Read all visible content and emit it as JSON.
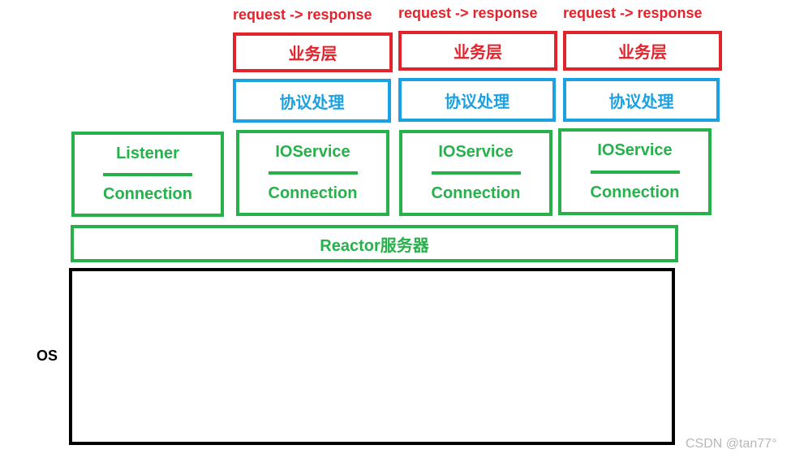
{
  "columns": [
    {
      "flow": "request -> response",
      "business": "业务层",
      "protocol": "协议处理",
      "io": "IOService",
      "conn": "Connection"
    },
    {
      "flow": "request -> response",
      "business": "业务层",
      "protocol": "协议处理",
      "io": "IOService",
      "conn": "Connection"
    },
    {
      "flow": "request -> response",
      "business": "业务层",
      "protocol": "协议处理",
      "io": "IOService",
      "conn": "Connection"
    }
  ],
  "listener": {
    "top": "Listener",
    "bottom": "Connection"
  },
  "reactor": "Reactor服务器",
  "os": "OS",
  "watermark": "CSDN @tan77°",
  "colors": {
    "business": "#e3232c",
    "protocol": "#1ba1e2",
    "network": "#26b14b",
    "os": "#000000"
  }
}
